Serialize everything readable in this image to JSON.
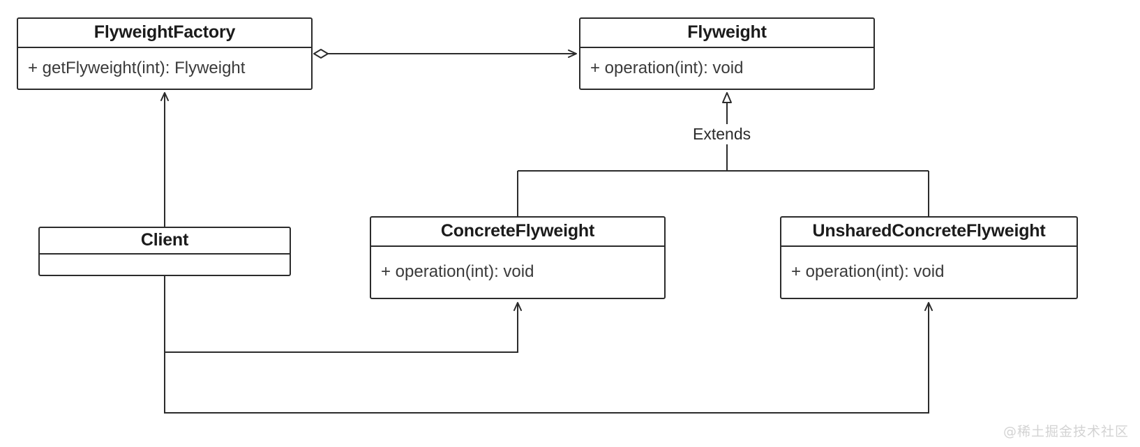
{
  "diagram": {
    "title": "Flyweight Pattern UML Class Diagram",
    "stroke_color": "#2b2b2b",
    "text_color": "#1b1b1b",
    "background_color": "#ffffff",
    "classes": [
      {
        "id": "flyweightfactory",
        "name": "FlyweightFactory",
        "members": [
          "+ getFlyweight(int): Flyweight"
        ]
      },
      {
        "id": "flyweight",
        "name": "Flyweight",
        "members": [
          "+ operation(int): void"
        ]
      },
      {
        "id": "client",
        "name": "Client",
        "members": [
          ""
        ]
      },
      {
        "id": "concreteflyweight",
        "name": "ConcreteFlyweight",
        "members": [
          "+ operation(int): void"
        ]
      },
      {
        "id": "unsharedconcreteflyweight",
        "name": "UnsharedConcreteFlyweight",
        "members": [
          "+ operation(int): void"
        ]
      }
    ],
    "edges": [
      {
        "id": "aggregation-factory-flyweight",
        "from": "FlyweightFactory",
        "to": "Flyweight",
        "type": "aggregation",
        "label": ""
      },
      {
        "id": "inherit-concrete-flyweight",
        "from": "ConcreteFlyweight",
        "to": "Flyweight",
        "type": "generalization",
        "label": "Extends"
      },
      {
        "id": "inherit-unshared-flyweight",
        "from": "UnsharedConcreteFlyweight",
        "to": "Flyweight",
        "type": "generalization",
        "label": "Extends"
      },
      {
        "id": "assoc-client-factory",
        "from": "Client",
        "to": "FlyweightFactory",
        "type": "association",
        "label": ""
      },
      {
        "id": "assoc-client-concrete",
        "from": "Client",
        "to": "ConcreteFlyweight",
        "type": "association",
        "label": ""
      },
      {
        "id": "assoc-client-unshared",
        "from": "Client",
        "to": "UnsharedConcreteFlyweight",
        "type": "association",
        "label": ""
      }
    ],
    "labels": {
      "extends": "Extends"
    },
    "watermark": "@稀土掘金技术社区"
  }
}
